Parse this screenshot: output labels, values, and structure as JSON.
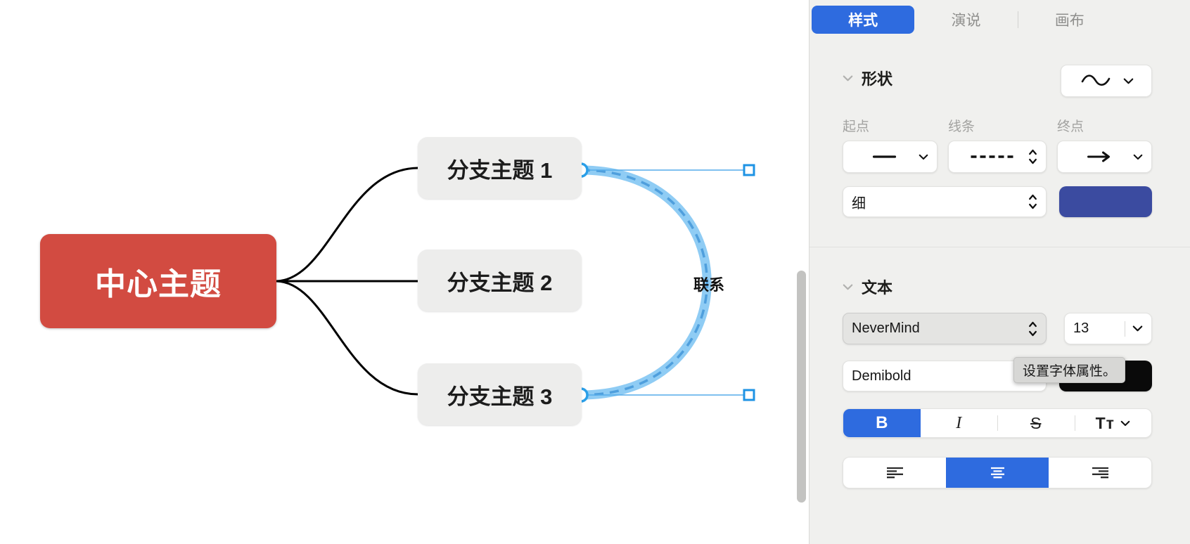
{
  "canvas": {
    "central_topic": "中心主题",
    "branches": [
      {
        "label": "分支主题 1"
      },
      {
        "label": "分支主题 2"
      },
      {
        "label": "分支主题 3"
      }
    ],
    "relationship_label": "联系",
    "colors": {
      "central_topic_bg": "#d24b41",
      "central_topic_text": "#ffffff",
      "branch_bg": "#ededec",
      "connector_line": "#000000",
      "selection_highlight": "#8fccf4",
      "relationship_dash": "#4f9fdd",
      "handle_border": "#2b9fe8"
    }
  },
  "panel": {
    "accent_color": "#2e6bdf",
    "tabs": [
      {
        "label": "样式",
        "active": true
      },
      {
        "label": "演说",
        "active": false
      },
      {
        "label": "画布",
        "active": false
      }
    ],
    "shape_section": {
      "title": "形状",
      "shape_icon": "wave-curve-icon",
      "fields": {
        "start": {
          "label": "起点",
          "icon": "straight-line-icon"
        },
        "line": {
          "label": "线条",
          "icon": "dashed-line-icon"
        },
        "end": {
          "label": "终点",
          "icon": "arrow-right-icon"
        }
      },
      "line_width_value": "细",
      "line_color": "#3b4ba0"
    },
    "text_section": {
      "title": "文本",
      "font_family": "NeverMind",
      "font_size": "13",
      "font_weight": "Demibold",
      "font_color": "#0a0a0a",
      "tooltip": "设置字体属性。",
      "style_buttons": [
        {
          "name": "bold",
          "label": "B",
          "active": true
        },
        {
          "name": "italic",
          "label": "I",
          "active": false
        },
        {
          "name": "strikethrough",
          "label": "S",
          "active": false
        },
        {
          "name": "text-transform",
          "label": "Tᴛ",
          "active": false
        }
      ],
      "alignment": {
        "options": [
          "left",
          "center",
          "right"
        ],
        "active": "center"
      }
    }
  }
}
